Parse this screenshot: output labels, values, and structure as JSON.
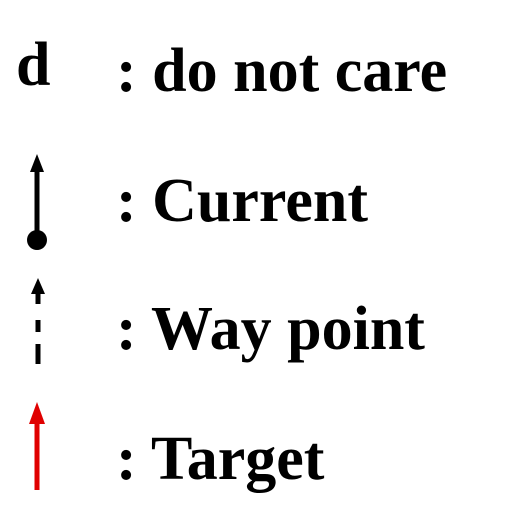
{
  "legend": {
    "items": [
      {
        "symbol_text": "d",
        "label": ": do not care"
      },
      {
        "symbol_icon": "solid-arrow-with-dot",
        "label": ": Current",
        "color": "#000000"
      },
      {
        "symbol_icon": "dashed-arrow",
        "label": ": Way point",
        "color": "#000000"
      },
      {
        "symbol_icon": "solid-arrow",
        "label": ": Target",
        "color": "#e00000"
      }
    ]
  }
}
